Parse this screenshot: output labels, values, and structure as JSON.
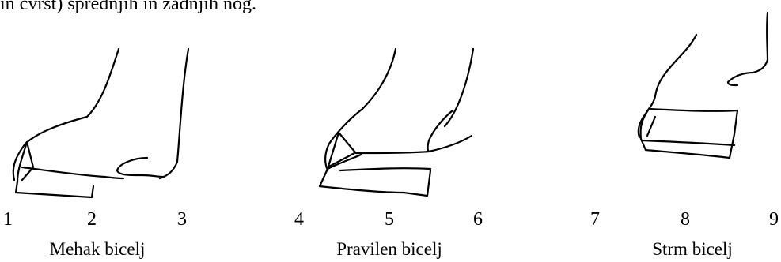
{
  "intro_text": "in čvrst) sprednjih in zadnjih nog.",
  "figures": [
    {
      "numbers": [
        "1",
        "2",
        "3"
      ],
      "caption": "Mehak bicelj"
    },
    {
      "numbers": [
        "4",
        "5",
        "6"
      ],
      "caption": "Pravilen bicelj"
    },
    {
      "numbers": [
        "7",
        "8",
        "9"
      ],
      "caption": "Strm bicelj"
    }
  ]
}
